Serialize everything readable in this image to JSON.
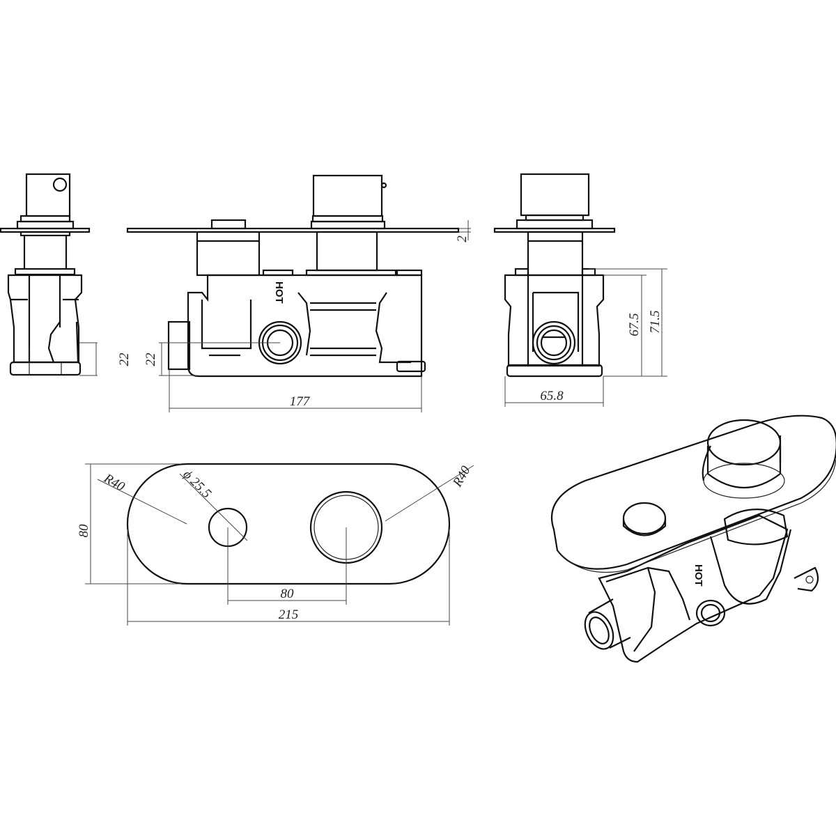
{
  "drawing": {
    "side_view_left": {
      "dims": {
        "inlet_height": "22"
      }
    },
    "front_view": {
      "label": "HOT",
      "dims": {
        "plate_thickness": "2",
        "inlet_height": "22",
        "body_width": "177"
      }
    },
    "side_view_right": {
      "dims": {
        "body_depth_inner": "67.5",
        "body_depth_overall": "71.5",
        "body_width": "65.8"
      }
    },
    "plan_view": {
      "dims": {
        "radius_left": "R40",
        "small_knob_diameter": "ϕ 25.5",
        "radius_right": "R40",
        "plate_height": "80",
        "knob_spacing": "80",
        "plate_width": "215"
      }
    },
    "isometric_view": {
      "label": "HOT"
    }
  }
}
